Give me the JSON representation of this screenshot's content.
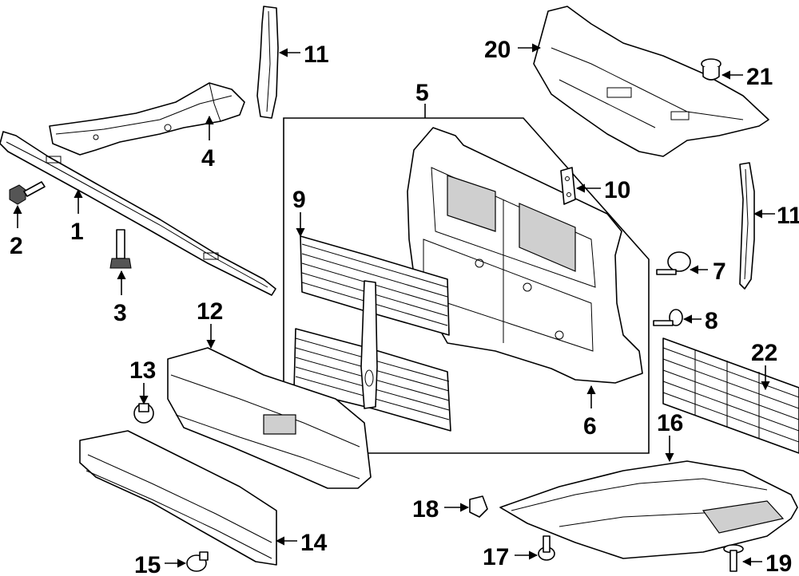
{
  "callouts": {
    "c1": "1",
    "c2": "2",
    "c3": "3",
    "c4": "4",
    "c5": "5",
    "c6": "6",
    "c7": "7",
    "c8": "8",
    "c9": "9",
    "c10": "10",
    "c11a": "11",
    "c11b": "11",
    "c12": "12",
    "c13": "13",
    "c14": "14",
    "c15": "15",
    "c16": "16",
    "c17": "17",
    "c18": "18",
    "c19": "19",
    "c20": "20",
    "c21": "21",
    "c22": "22"
  }
}
